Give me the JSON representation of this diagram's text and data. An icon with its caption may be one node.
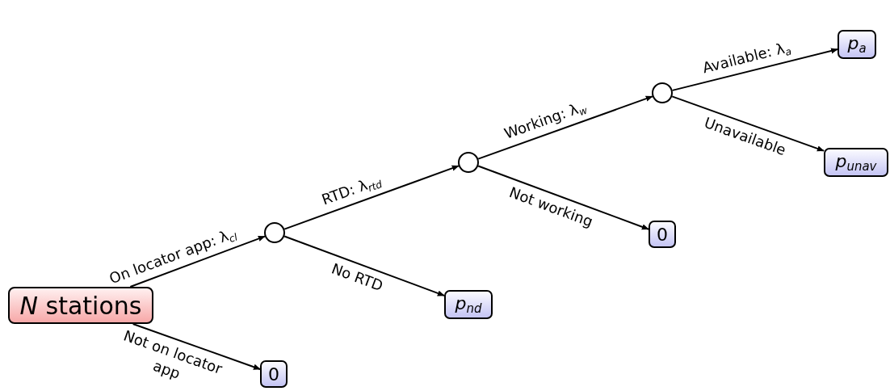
{
  "diagram": {
    "nodes": [
      {
        "text": [
          "*N* stations"
        ]
      },
      {
        "text": [],
        "shape": "circle"
      },
      {
        "text": [
          "p$_{nd}$"
        ]
      },
      {
        "text": [
          "0"
        ]
      },
      {
        "text": [],
        "shape": "circle"
      },
      {
        "text": [
          "0"
        ]
      },
      {
        "text": [],
        "shape": "circle"
      },
      {
        "text": [
          "p$_{a}$"
        ]
      },
      {
        "text": [
          "p$_{unav}$"
        ]
      }
    ],
    "edges": [
      {
        "from": 0,
        "to": 1,
        "arrow": "to",
        "label": "On locator app: λ$_{cl}$"
      },
      {
        "from": 0,
        "to": 3,
        "arrow": "to",
        "label": "Not on locator app"
      },
      {
        "from": 1,
        "to": 4,
        "arrow": "to",
        "label": "RTD: λ$_{rtd}$"
      },
      {
        "from": 1,
        "to": 2,
        "arrow": "to",
        "label": "No RTD"
      },
      {
        "from": 4,
        "to": 6,
        "arrow": "to",
        "label": "Working: λ$_{w}$"
      },
      {
        "from": 4,
        "to": 5,
        "arrow": "to",
        "label": "Not working"
      },
      {
        "from": 6,
        "to": 7,
        "arrow": "to",
        "label": "Available: λ$_{a}$"
      },
      {
        "from": 6,
        "to": 8,
        "arrow": "to",
        "label": "Unavailable"
      }
    ]
  }
}
